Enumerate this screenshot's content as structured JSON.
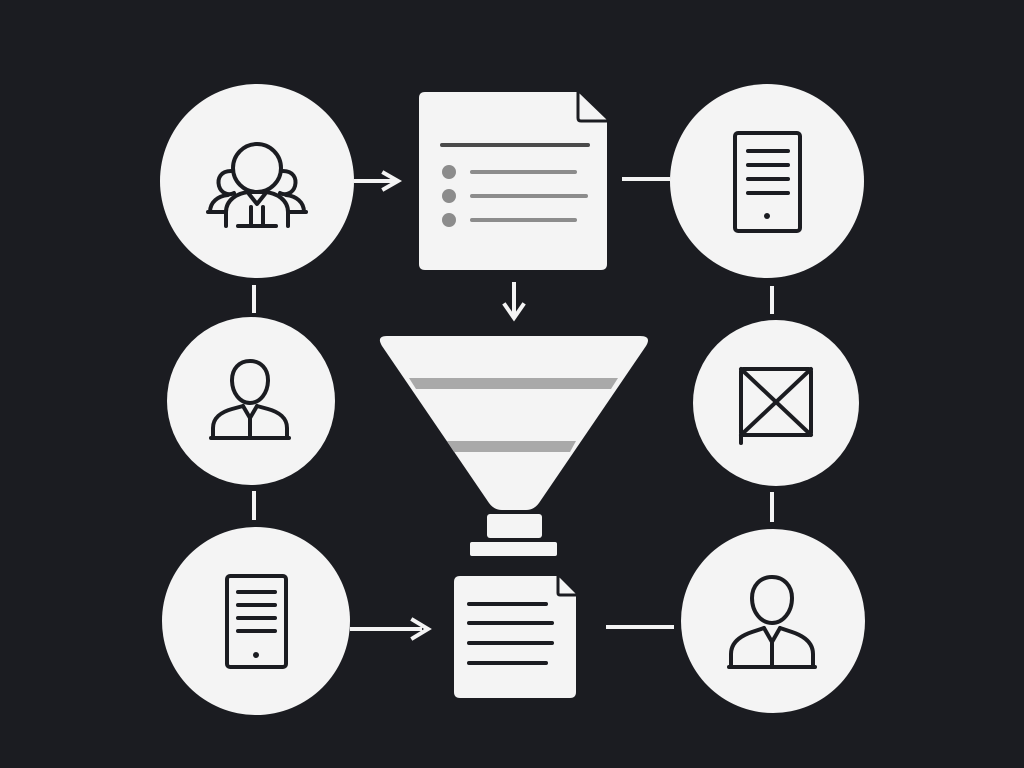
{
  "colors": {
    "background": "#1b1c21",
    "node_fill": "#f4f4f4",
    "stroke": "#1b1c21",
    "connector": "#f4f4f4",
    "accent_gray": "#a9a9a9",
    "bullet_gray": "#8c8c8c"
  },
  "nodes": [
    {
      "id": "group-top-left",
      "icon": "group-people-icon"
    },
    {
      "id": "person-mid-left",
      "icon": "person-icon"
    },
    {
      "id": "device-bottom-left",
      "icon": "tablet-device-icon"
    },
    {
      "id": "device-top-right",
      "icon": "tablet-device-icon"
    },
    {
      "id": "box-mid-right",
      "icon": "crossed-box-icon"
    },
    {
      "id": "person-bottom-right",
      "icon": "person-icon"
    },
    {
      "id": "list-document-top",
      "icon": "bullet-list-document-icon"
    },
    {
      "id": "output-document-bottom",
      "icon": "document-icon"
    },
    {
      "id": "filter-funnel",
      "icon": "funnel-icon"
    }
  ]
}
